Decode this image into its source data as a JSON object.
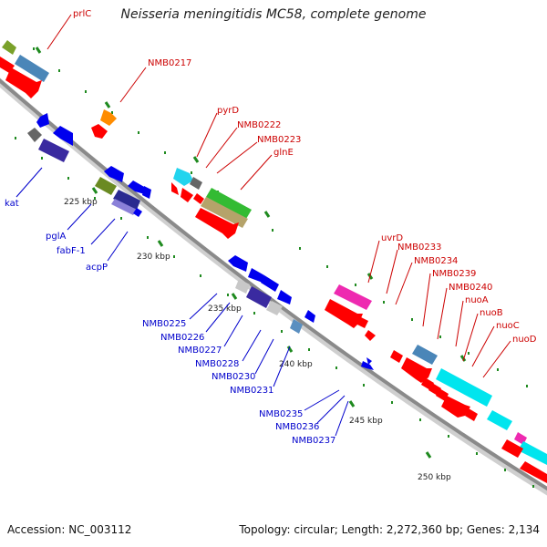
{
  "title": "Neisseria meningitidis MC58, complete genome",
  "footer": {
    "accession": "Accession: NC_003112",
    "summary": "Topology: circular; Length: 2,272,360 bp; Genes: 2,134"
  },
  "colors": {
    "backbone": "#8a8a8a",
    "forward_label": "#cc0000",
    "reverse_label": "#0000cc",
    "tick_mark": "#1f8a1f"
  },
  "ticks": [
    "225 kbp",
    "230 kbp",
    "235 kbp",
    "240 kbp",
    "245 kbp",
    "250 kbp"
  ],
  "forward_labels": [
    "prlC",
    "NMB0217",
    "pyrD",
    "NMB0222",
    "NMB0223",
    "glnE",
    "uvrD",
    "NMB0233",
    "NMB0234",
    "NMB0239",
    "NMB0240",
    "nuoA",
    "nuoB",
    "nuoC",
    "nuoD"
  ],
  "reverse_labels": [
    "kat",
    "pglA",
    "fabF-1",
    "acpP",
    "NMB0225",
    "NMB0226",
    "NMB0227",
    "NMB0228",
    "NMB0230",
    "NMB0231",
    "NMB0235",
    "NMB0236",
    "NMB0237"
  ]
}
